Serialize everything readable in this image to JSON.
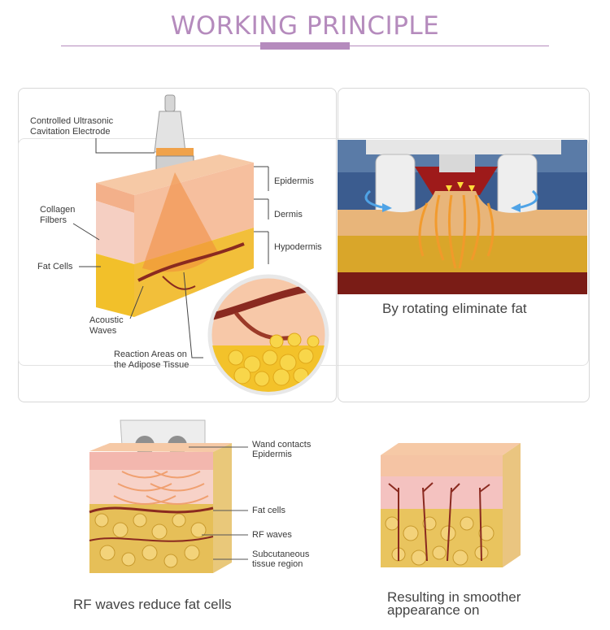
{
  "header": {
    "title": "WORKING PRINCIPLE"
  },
  "cavitation": {
    "labels": {
      "electrode_line1": "Controlled Ultrasonic",
      "electrode_line2": "Cavitation Electrode",
      "collagen_line1": "Collagen",
      "collagen_line2": "Filbers",
      "fat_cells": "Fat Cells",
      "acoustic_line1": "Acoustic",
      "acoustic_line2": "Waves",
      "reaction_line1": "Reaction Areas on",
      "reaction_line2": "the Adipose Tissue",
      "epidermis": "Epidermis",
      "dermis": "Dermis",
      "hypodermis": "Hypodermis"
    }
  },
  "rotating": {
    "caption": "By rotating eliminate fat"
  },
  "rf": {
    "labels": {
      "wand_line1": "Wand contacts",
      "wand_line2": "Epidermis",
      "fat_cells": "Fat cells",
      "rf_waves": "RF waves",
      "subcut_line1": "Subcutaneous",
      "subcut_line2": "tissue region"
    },
    "caption": "RF waves reduce fat cells"
  },
  "result": {
    "caption_line1": "Resulting in smoother",
    "caption_line2": "appearance on"
  },
  "colors": {
    "accent": "#b58bbd",
    "skin": "#f6c59e",
    "fat": "#f2c02a",
    "dermis": "#f3b7b7",
    "vessel": "#8a2a20"
  }
}
